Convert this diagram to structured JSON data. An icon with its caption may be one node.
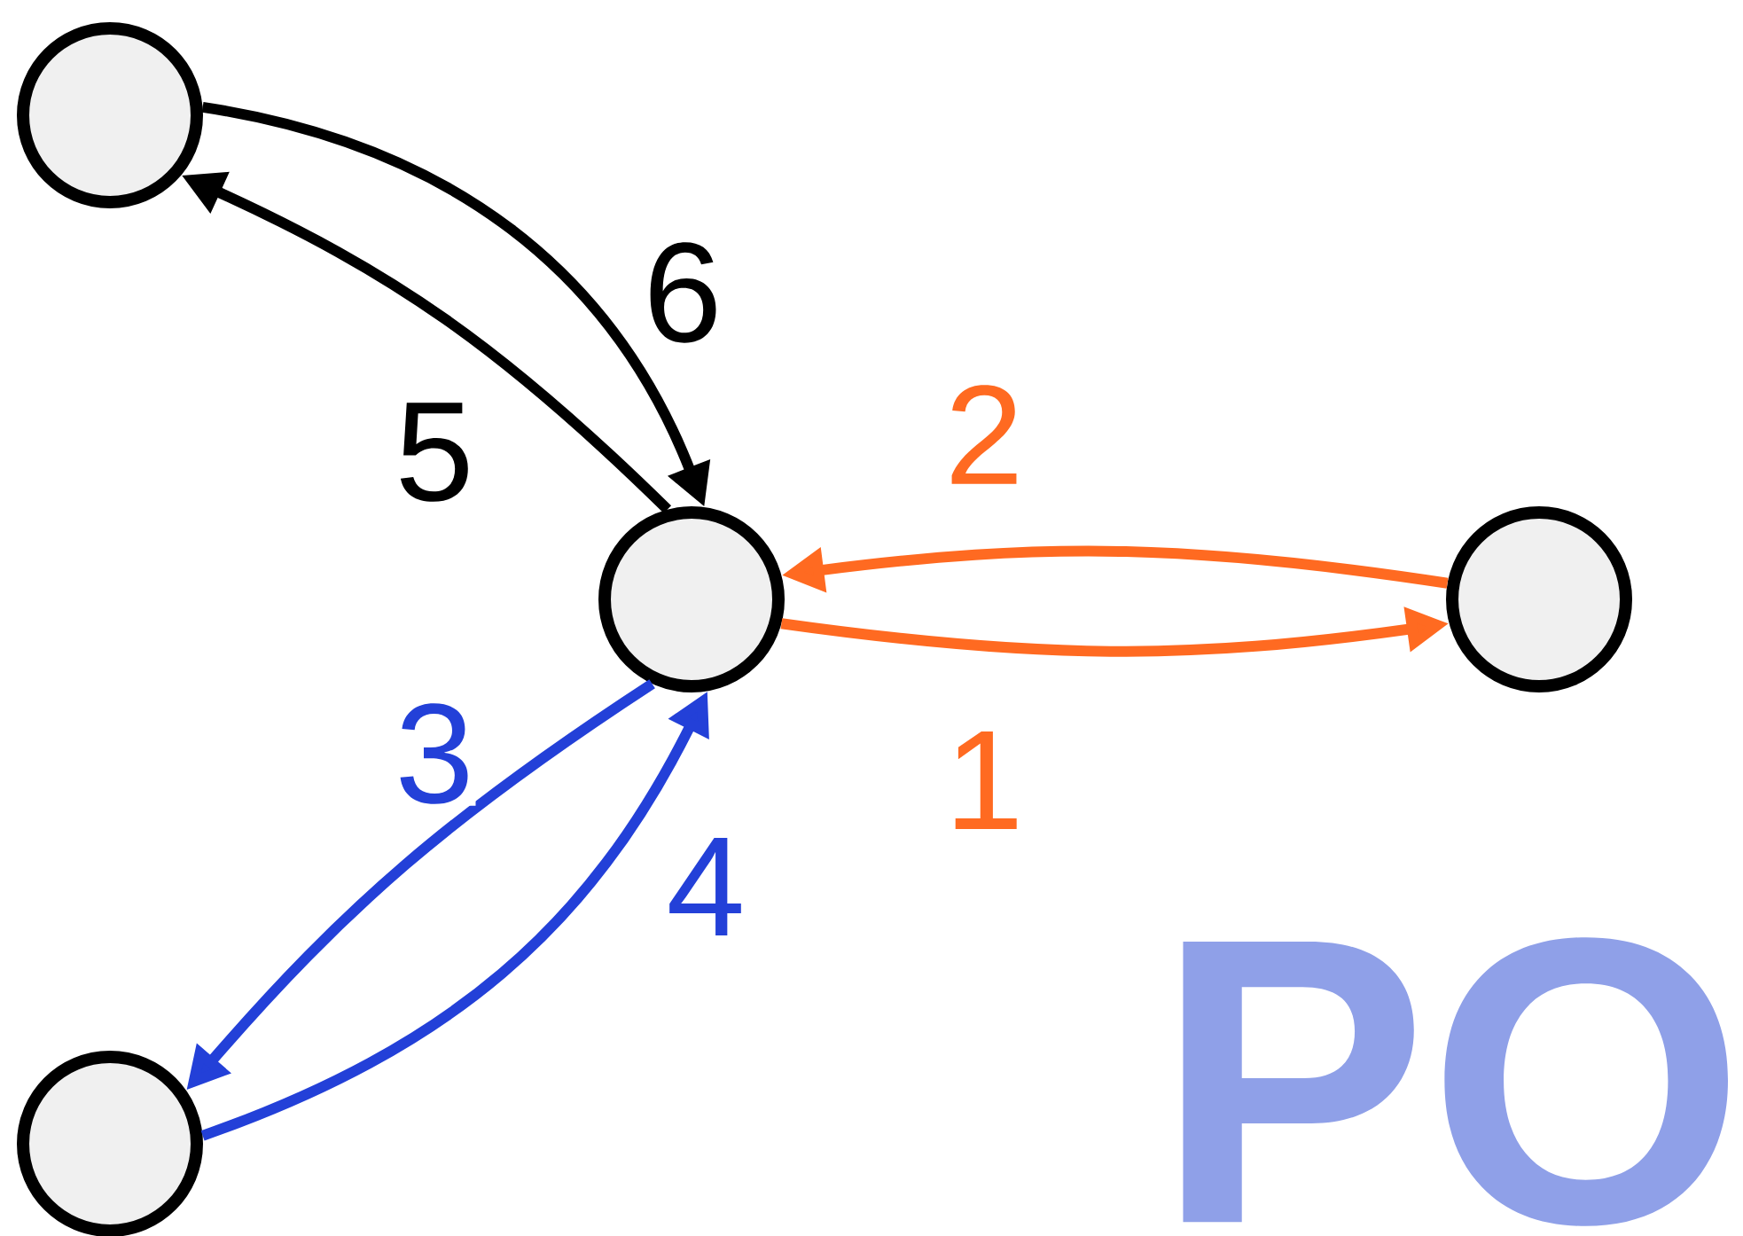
{
  "diagram": {
    "nodes": [
      {
        "text": [],
        "shape": "circle"
      },
      {
        "text": [],
        "shape": "circle"
      },
      {
        "text": [],
        "shape": "circle"
      },
      {
        "text": [],
        "shape": "circle"
      }
    ],
    "edges": [
      {
        "from": 1,
        "to": 2,
        "arrow": "to",
        "label": "1",
        "color": "#ff6a21"
      },
      {
        "from": 2,
        "to": 1,
        "arrow": "to",
        "label": "2",
        "color": "#ff6a21"
      },
      {
        "from": 1,
        "to": 3,
        "arrow": "to",
        "label": "3",
        "color": "#2340d8"
      },
      {
        "from": 3,
        "to": 1,
        "arrow": "to",
        "label": "4",
        "color": "#2340d8"
      },
      {
        "from": 1,
        "to": 0,
        "arrow": "to",
        "label": "5",
        "color": "#000000"
      },
      {
        "from": 0,
        "to": 1,
        "arrow": "to",
        "label": "6",
        "color": "#000000"
      }
    ],
    "labels": [
      "PO"
    ]
  }
}
